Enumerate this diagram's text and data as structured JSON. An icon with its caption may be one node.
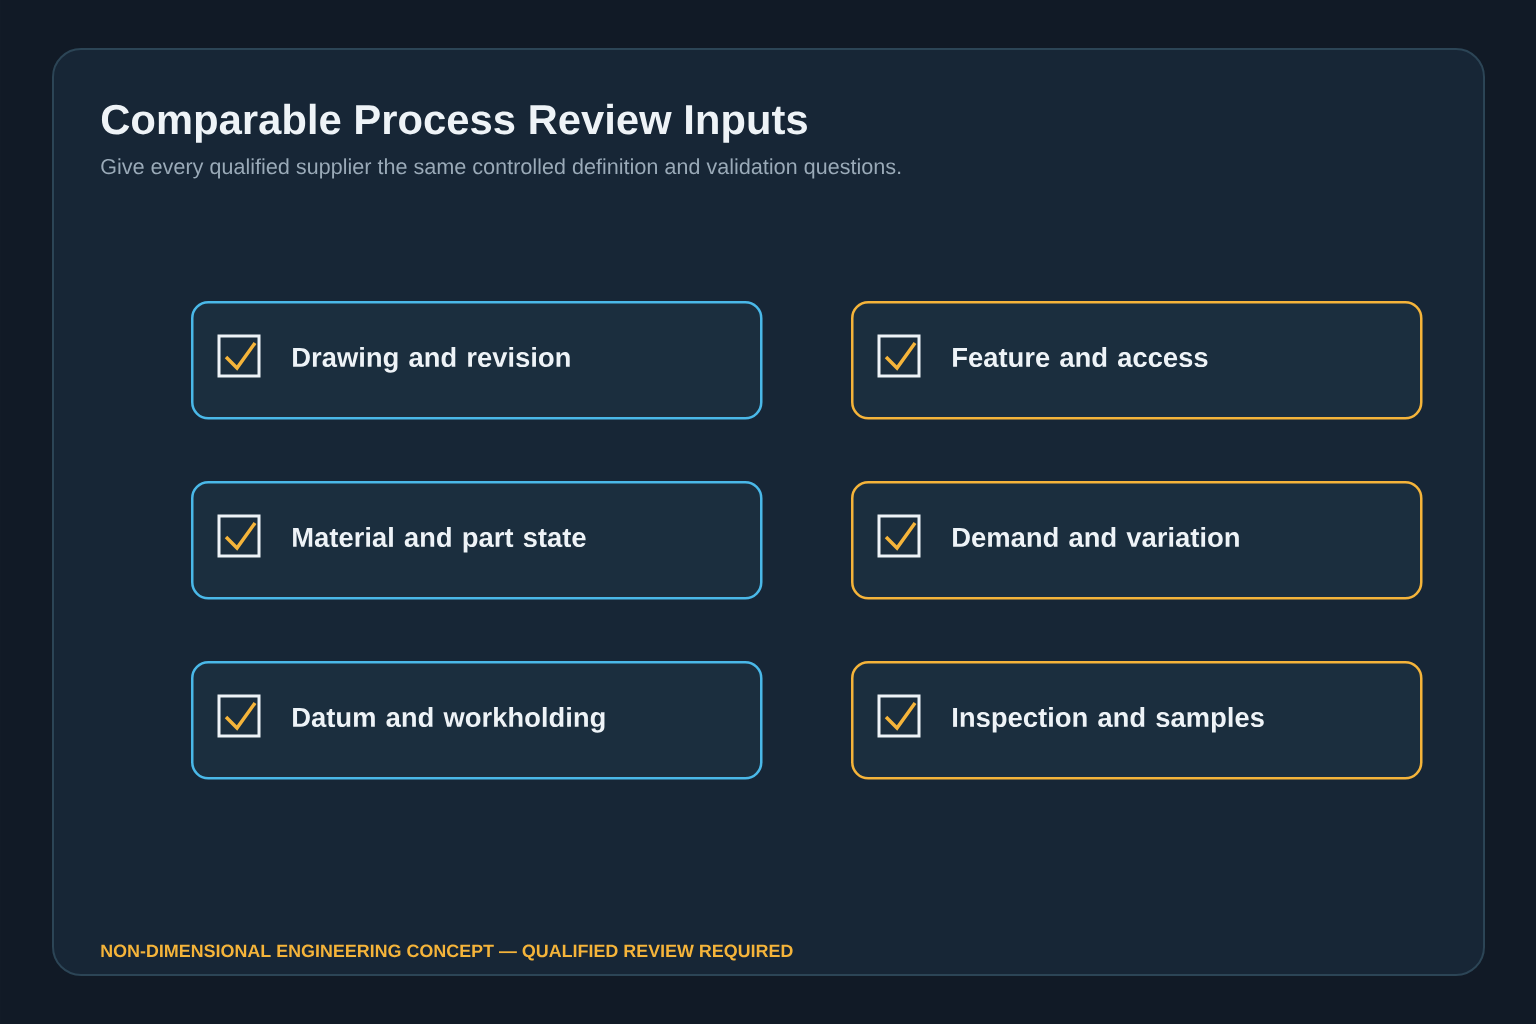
{
  "diagram": {
    "title": "Comparable Process Review Inputs",
    "nodes": [
      {
        "text": [
          "Drawing and revision"
        ]
      },
      {
        "text": [
          "Feature and access"
        ]
      },
      {
        "text": [
          "Material and part state"
        ]
      },
      {
        "text": [
          "Demand and variation"
        ]
      },
      {
        "text": [
          "Datum and workholding"
        ]
      },
      {
        "text": [
          "Inspection and samples"
        ]
      }
    ],
    "labels": [
      "Give every qualified supplier the same controlled definition and validation questions.",
      "NON-DIMENSIONAL ENGINEERING CONCEPT — QUALIFIED REVIEW REQUIRED"
    ]
  }
}
